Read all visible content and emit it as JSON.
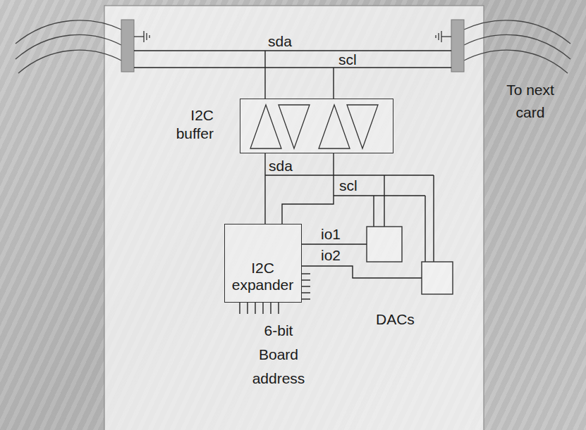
{
  "diagram": {
    "nodes": [
      {
        "text": [
          "I2C buffer"
        ]
      },
      {
        "text": [
          "I2C expander"
        ]
      }
    ],
    "edges": [
      {
        "from": 0,
        "to": 1,
        "arrow": "none",
        "label": "sda"
      },
      {
        "from": 0,
        "to": 1,
        "arrow": "none",
        "label": "scl"
      }
    ],
    "labels": [
      "sda",
      "scl",
      "To next card",
      "io1",
      "io2",
      "DACs",
      "6-bit Board address"
    ]
  }
}
